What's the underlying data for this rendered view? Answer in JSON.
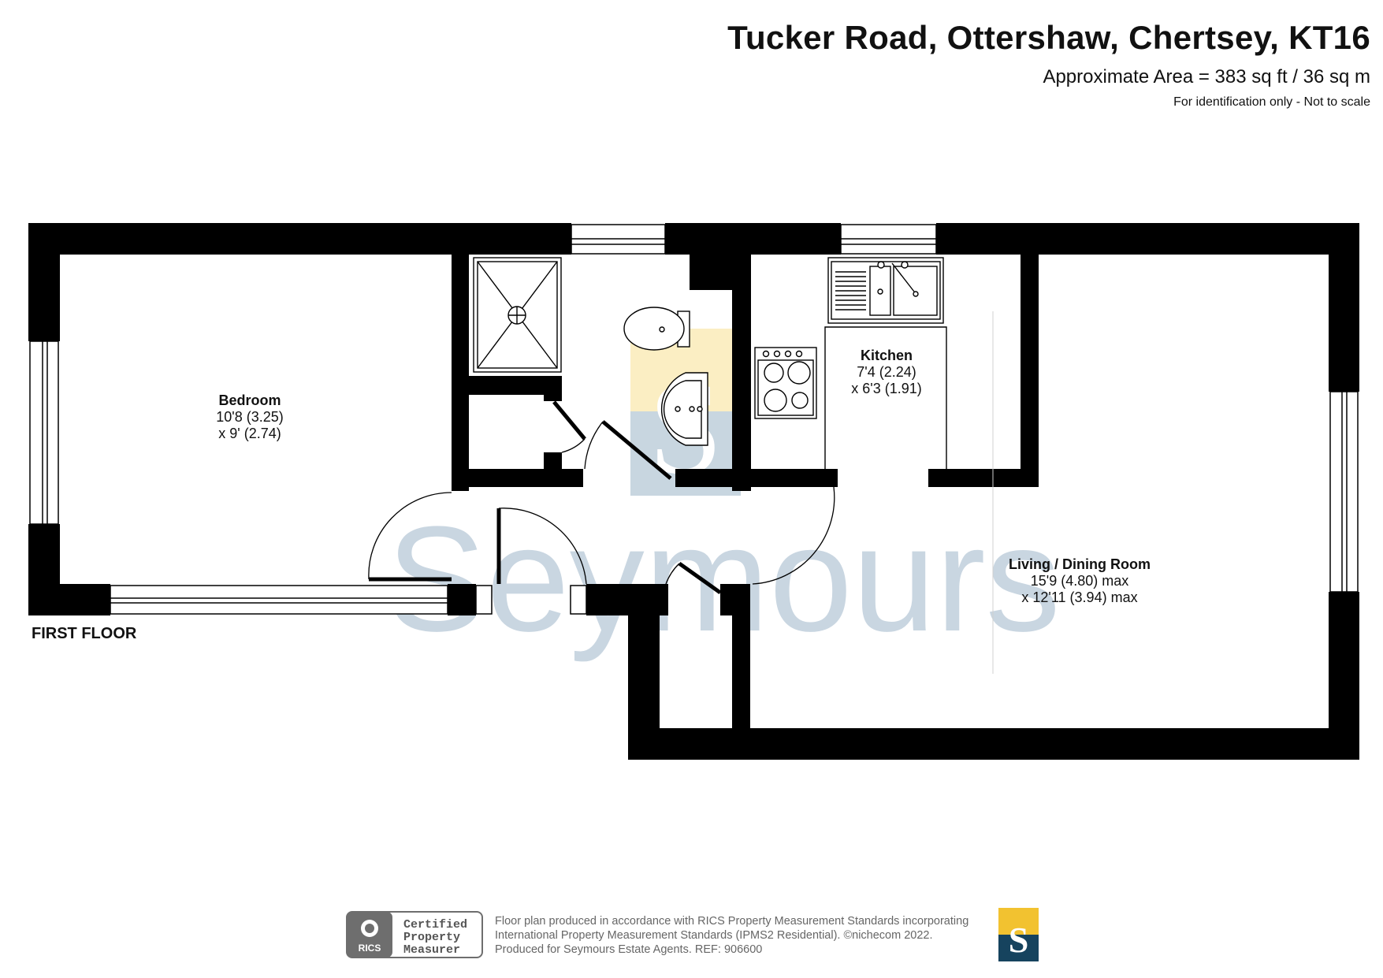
{
  "header": {
    "title": "Tucker Road, Ottershaw, Chertsey, KT16",
    "area": "Approximate Area = 383 sq ft / 36 sq m",
    "note": "For identification only - Not to scale"
  },
  "floor_label": "FIRST FLOOR",
  "rooms": {
    "bedroom": {
      "name": "Bedroom",
      "dim1": "10'8 (3.25)",
      "dim2": "x 9' (2.74)"
    },
    "kitchen": {
      "name": "Kitchen",
      "dim1": "7'4 (2.24)",
      "dim2": "x 6'3 (1.91)"
    },
    "living": {
      "name": "Living / Dining Room",
      "dim1": "15'9 (4.80) max",
      "dim2": "x 12'11 (3.94) max"
    }
  },
  "watermark": {
    "text": "Seymours",
    "letter": "S"
  },
  "footer": {
    "rics_badge": "RICS",
    "cert_line1": "Certified",
    "cert_line2": "Property",
    "cert_line3": "Measurer",
    "line1": "Floor plan produced in accordance with RICS Property Measurement Standards incorporating",
    "line2": "International Property Measurement Standards (IPMS2 Residential).   ©nichecom 2022.",
    "line3": "Produced for Seymours Estate Agents.   REF: 906600",
    "logo_letter": "S"
  },
  "colors": {
    "wall": "#000000",
    "watermark_text": "#c9d6e1",
    "watermark_yellow": "#fbeec0",
    "watermark_blue": "#c6d4df",
    "logo_yellow": "#f2c230",
    "logo_navy": "#16435e",
    "rics_grey": "#6e6e6e"
  }
}
